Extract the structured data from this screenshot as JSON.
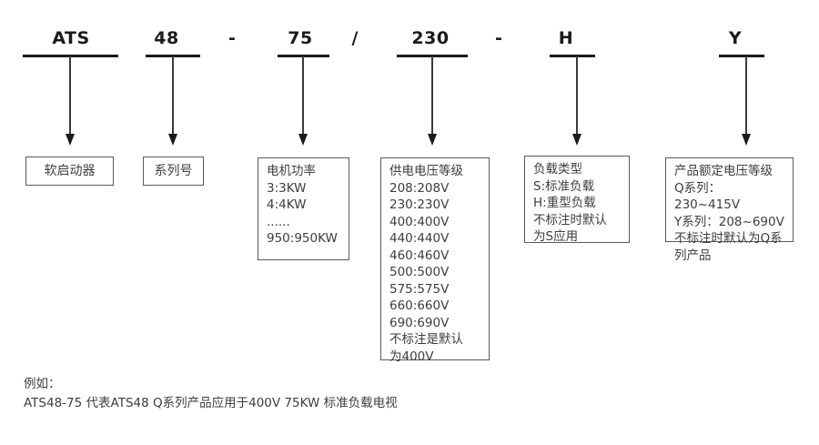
{
  "model_code": {
    "segments": [
      {
        "text": "ATS",
        "name": "code-segment-ats"
      },
      {
        "text": "48",
        "name": "code-segment-48"
      },
      {
        "text": "75",
        "name": "code-segment-75"
      },
      {
        "text": "230",
        "name": "code-segment-230"
      },
      {
        "text": "H",
        "name": "code-segment-h"
      },
      {
        "text": "Y",
        "name": "code-segment-y"
      }
    ],
    "separators": [
      {
        "text": "-",
        "name": "separator-hyphen-1"
      },
      {
        "text": "/",
        "name": "separator-slash"
      },
      {
        "text": "-",
        "name": "separator-hyphen-2"
      }
    ]
  },
  "descriptions": [
    {
      "name": "desc-soft-starter",
      "text": "软启动器"
    },
    {
      "name": "desc-series-number",
      "text": "系列号"
    },
    {
      "name": "desc-motor-power",
      "title": "电机功率",
      "text": "电机功率\n3:3KW\n4:4KW\n......\n950:950KW"
    },
    {
      "name": "desc-supply-voltage",
      "title": "供电电压等级",
      "text": "供电电压等级\n208:208V\n230:230V\n400:400V\n440:440V\n460:460V\n500:500V\n575:575V\n660:660V\n690:690V\n不标注是默认\n为400V"
    },
    {
      "name": "desc-load-type",
      "title": "负载类型",
      "text": "负载类型\nS:标准负载\nH:重型负载\n不标注时默认\n为S应用"
    },
    {
      "name": "desc-rated-voltage",
      "title": "产品额定电压等级",
      "text": "产品额定电压等级\nQ系列：230~415V\nY系列：208~690V\n不标注时默认为Q系\n列产品"
    }
  ],
  "footer": {
    "example_label": "例如：",
    "example_text": "ATS48-75 代表ATS48 Q系列产品应用于400V 75KW 标准负载电视",
    "full": "例如：\nATS48-75 代表ATS48 Q系列产品应用于400V 75KW 标准负载电视"
  },
  "colors": {
    "text": "#3d3d3d",
    "code": "#1a1a1a",
    "border": "#5a5a5a",
    "leader": "#3a3a3a",
    "background": "#ffffff"
  }
}
